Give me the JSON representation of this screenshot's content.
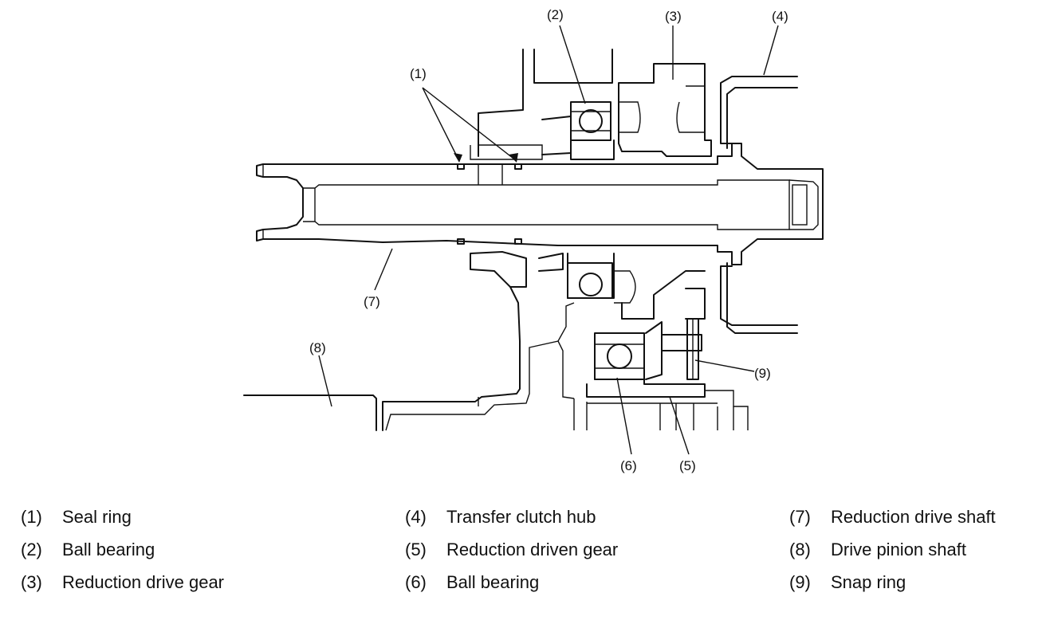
{
  "callouts": [
    "(1)",
    "(2)",
    "(3)",
    "(4)",
    "(5)",
    "(6)",
    "(7)",
    "(8)",
    "(9)"
  ],
  "legend": [
    {
      "num": "(1)",
      "text": "Seal ring"
    },
    {
      "num": "(2)",
      "text": "Ball bearing"
    },
    {
      "num": "(3)",
      "text": "Reduction drive gear"
    },
    {
      "num": "(4)",
      "text": "Transfer clutch hub"
    },
    {
      "num": "(5)",
      "text": "Reduction driven gear"
    },
    {
      "num": "(6)",
      "text": "Ball bearing"
    },
    {
      "num": "(7)",
      "text": "Reduction drive shaft"
    },
    {
      "num": "(8)",
      "text": "Drive pinion shaft"
    },
    {
      "num": "(9)",
      "text": "Snap ring"
    }
  ]
}
